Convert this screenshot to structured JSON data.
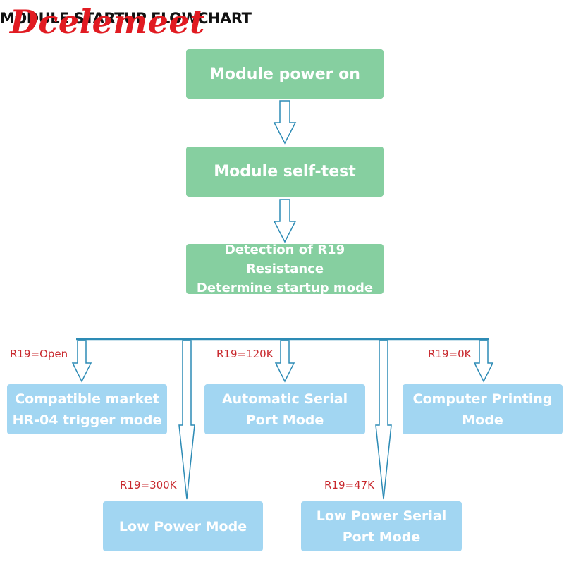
{
  "header": {
    "title": "MODULE STARTUP FLOWCHART",
    "watermark": "Dcelemeet"
  },
  "steps": {
    "power_on": "Module power on",
    "self_test": "Module self-test",
    "detection_line1": "Detection of R19 Resistance",
    "detection_line2": "Determine startup mode"
  },
  "modes": {
    "hr04_line1": "Compatible market",
    "hr04_line2": "HR-04 trigger mode",
    "auto_serial_line1": "Automatic Serial",
    "auto_serial_line2": "Port Mode",
    "computer_print_line1": "Computer Printing",
    "computer_print_line2": "Mode",
    "low_power": "Low Power Mode",
    "low_power_serial_line1": "Low Power Serial",
    "low_power_serial_line2": "Port Mode"
  },
  "conditions": {
    "open": "R19=Open",
    "r120k": "R19=120K",
    "r0k": "R19=0K",
    "r300k": "R19=300K",
    "r47k": "R19=47K"
  },
  "colors": {
    "process_box": "#86cfa0",
    "mode_box": "#a2d6f2",
    "connector": "#2d8bb5",
    "condition_label": "#c8282d",
    "watermark": "#e11b22"
  }
}
